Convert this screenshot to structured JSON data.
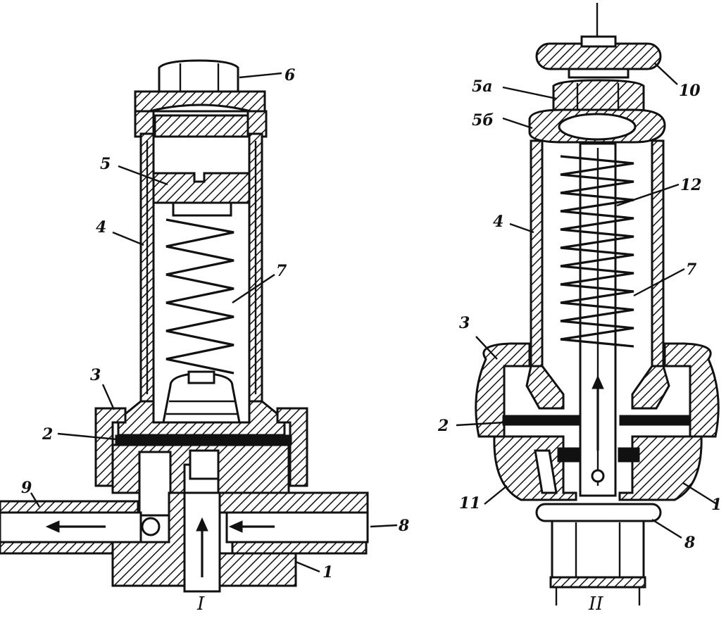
{
  "figure": {
    "captions": {
      "left": "I",
      "right": "II"
    },
    "left_labels": [
      {
        "id": "l6",
        "text": "6"
      },
      {
        "id": "l5",
        "text": "5"
      },
      {
        "id": "l4",
        "text": "4"
      },
      {
        "id": "l7",
        "text": "7"
      },
      {
        "id": "l3",
        "text": "3"
      },
      {
        "id": "l2",
        "text": "2"
      },
      {
        "id": "l9",
        "text": "9"
      },
      {
        "id": "l8",
        "text": "8"
      },
      {
        "id": "l1",
        "text": "1"
      }
    ],
    "right_labels": [
      {
        "id": "r10",
        "text": "10"
      },
      {
        "id": "r5a",
        "text": "5а"
      },
      {
        "id": "r5b",
        "text": "5б"
      },
      {
        "id": "r12",
        "text": "12"
      },
      {
        "id": "r4",
        "text": "4"
      },
      {
        "id": "r7",
        "text": "7"
      },
      {
        "id": "r3",
        "text": "3"
      },
      {
        "id": "r2",
        "text": "2"
      },
      {
        "id": "r11",
        "text": "11"
      },
      {
        "id": "r1",
        "text": "1"
      },
      {
        "id": "r8",
        "text": "8"
      }
    ],
    "colors": {
      "ink": "#111111",
      "paper": "#ffffff"
    }
  }
}
